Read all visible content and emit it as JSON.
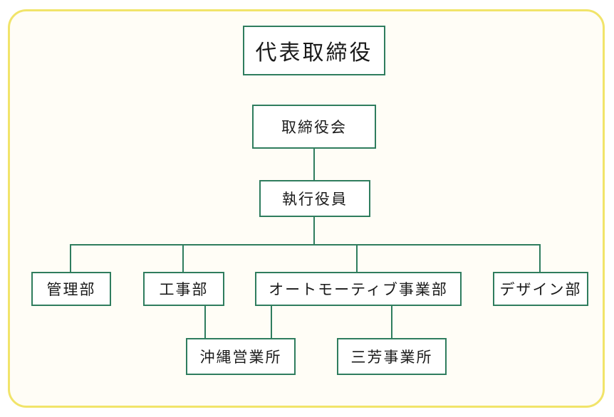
{
  "org": {
    "ceo": "代表取締役",
    "board": "取締役会",
    "officers": "執行役員",
    "departments": {
      "admin": "管理部",
      "construction": "工事部",
      "automotive": "オートモーティブ事業部",
      "design": "デザイン部"
    },
    "offices": {
      "okinawa": "沖縄営業所",
      "sanpo": "三芳事業所"
    }
  },
  "colors": {
    "frame_border": "#f1e46a",
    "box_border": "#2f7d5e",
    "connector": "#2f7d5e"
  }
}
